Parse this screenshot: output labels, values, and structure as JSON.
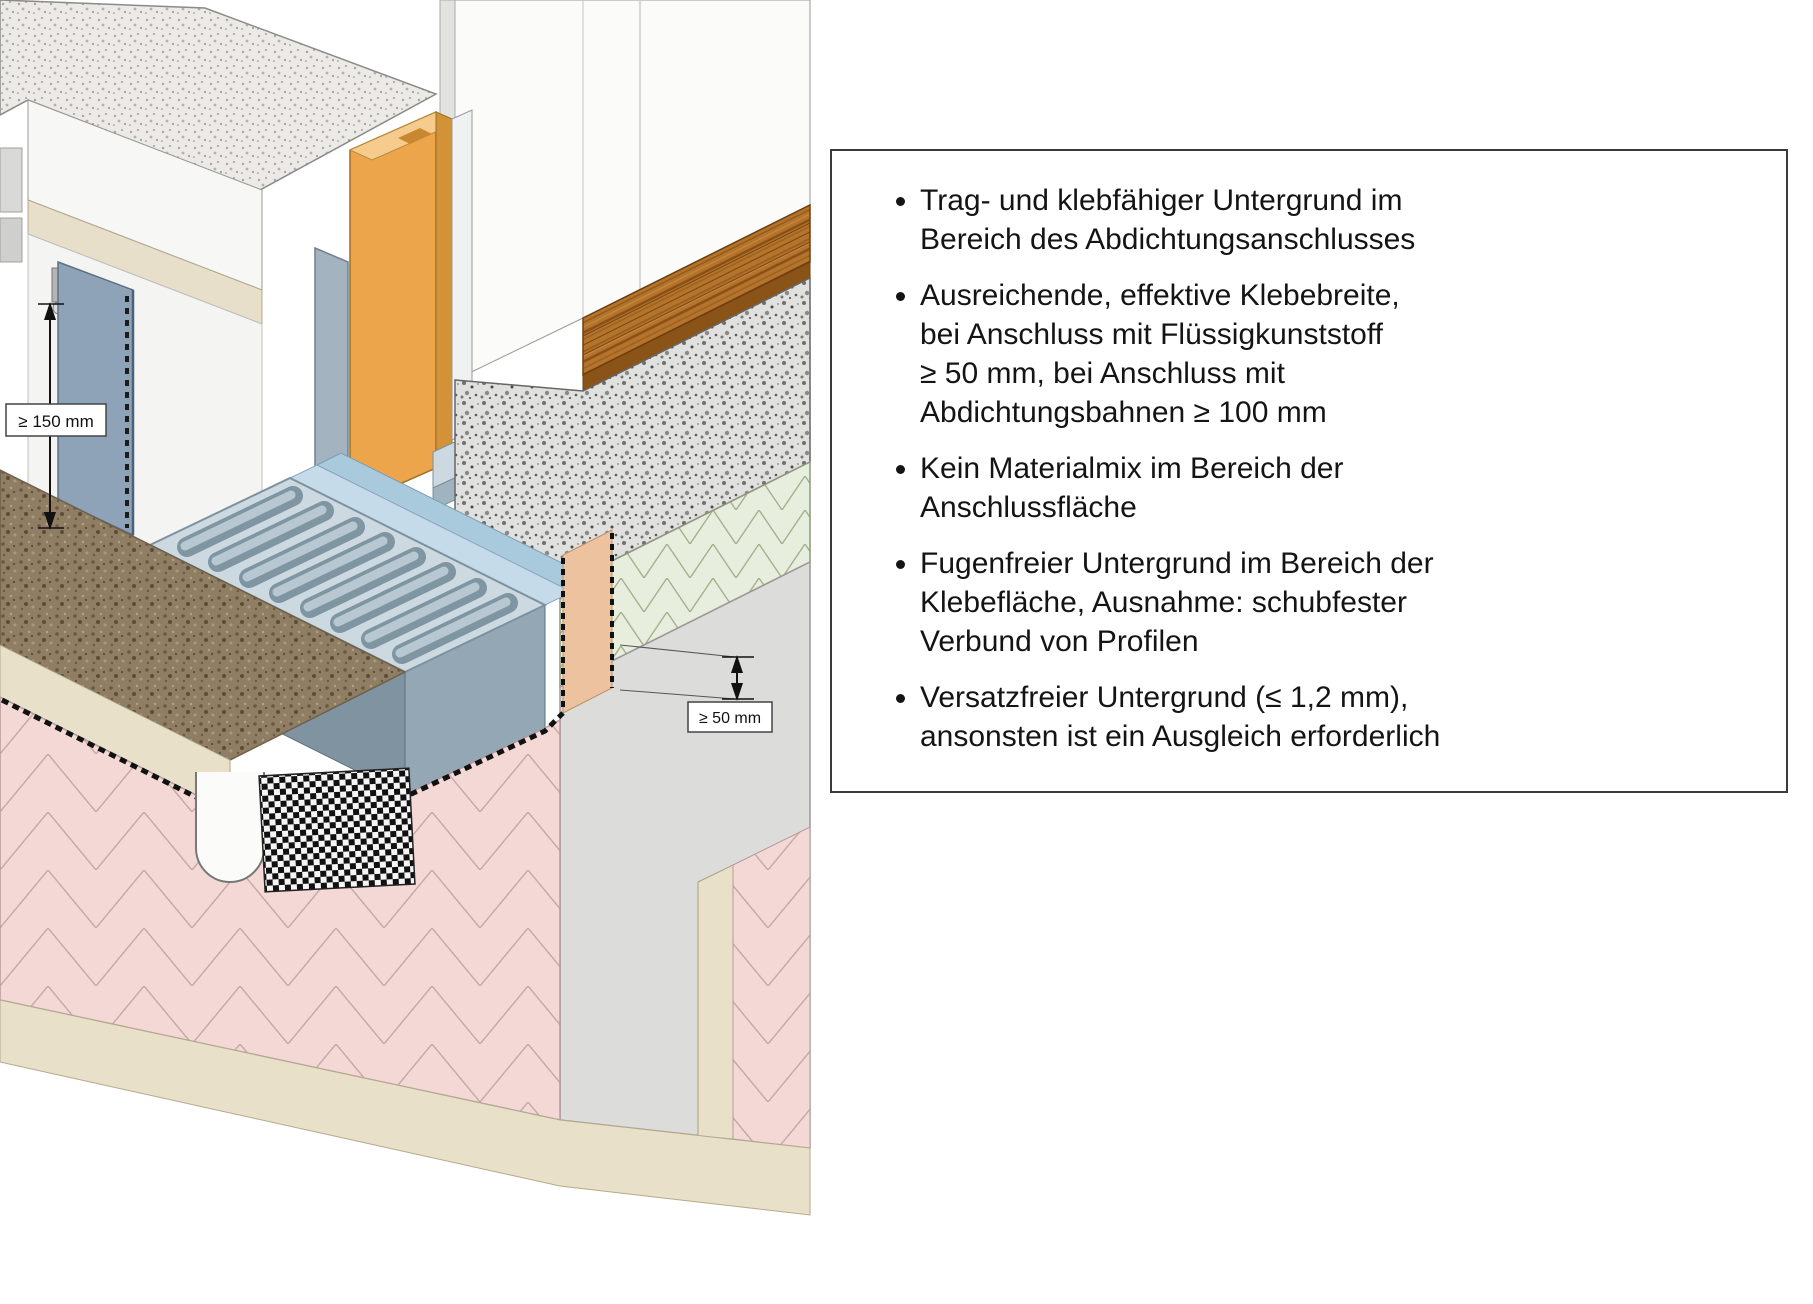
{
  "figure": {
    "dim_left_label": "≥ 150 mm",
    "dim_right_label": "≥ 50 mm"
  },
  "notes": {
    "items": [
      "Trag- und klebfähiger Untergrund im\nBereich des Abdichtungsanschlusses",
      "Ausreichende, effektive Klebebreite,\nbei Anschluss mit Flüssigkunststoff\n≥ 50 mm, bei Anschluss mit\nAbdichtungsbahnen ≥ 100 mm",
      "Kein Materialmix im Bereich der\nAnschlussfläche",
      "Fugenfreier Untergrund im Bereich der\nKlebefläche, Ausnahme: schubfester\nVerbund von Profilen",
      "Versatzfreier Untergrund (≤ 1,2 mm),\nansonsten ist ein Ausgleich erforderlich"
    ]
  },
  "colors": {
    "insulation_pink": "#f3d8d6",
    "insulation_green": "#e8eedd",
    "frame_orange": "#eca54b",
    "wood_brown": "#b4742c",
    "terrace_brown": "#8f7e63",
    "channel_gray_blue": "#ccd9e1",
    "membrane_black": "#111111",
    "screed_cream": "#e9e0c9"
  }
}
